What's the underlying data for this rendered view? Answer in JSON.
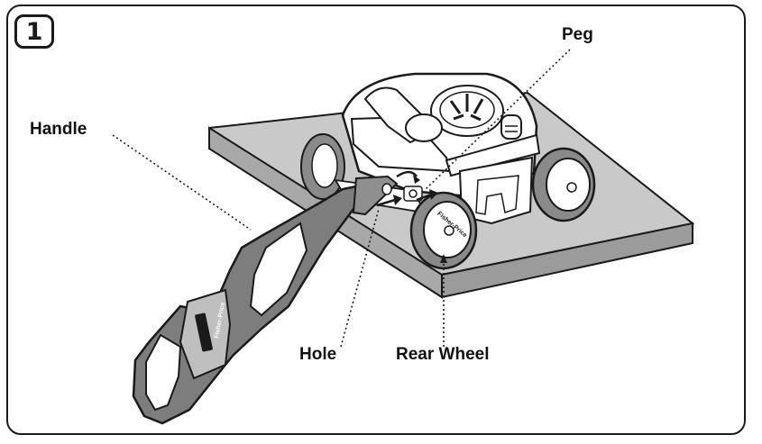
{
  "step": {
    "number": "1"
  },
  "labels": {
    "peg": "Peg",
    "handle": "Handle",
    "hole": "Hole",
    "rear_wheel": "Rear Wheel"
  },
  "brand": {
    "logo_text": "Fisher-Price"
  },
  "colors": {
    "outline": "#1a1a1a",
    "table": "#c9c9c9",
    "table_edge": "#9b9b9b",
    "handle_fill": "#7d7d7d",
    "body_fill": "#ffffff",
    "tire": "#8a8a8a"
  }
}
